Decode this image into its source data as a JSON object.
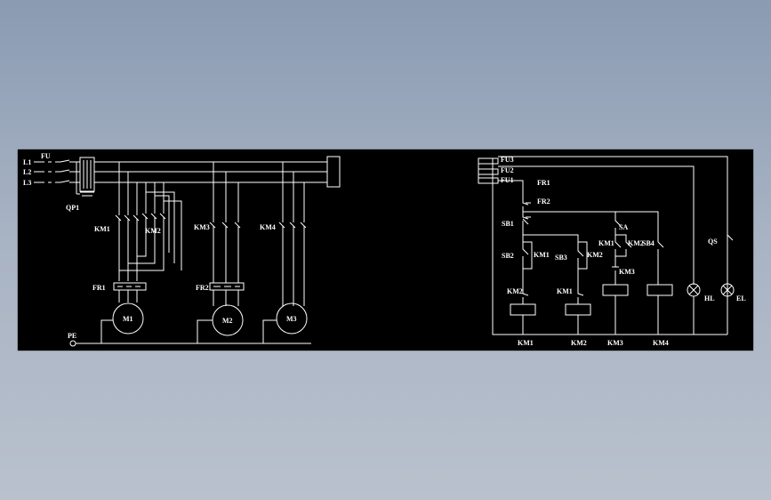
{
  "drawing": {
    "main_circuit": {
      "phases": [
        "L1",
        "L2",
        "L3"
      ],
      "fuse": "FU",
      "switch": "QP1",
      "ground": "PE",
      "contactors": [
        "KM1",
        "KM2",
        "KM3",
        "KM4"
      ],
      "overloads": [
        "FR1",
        "FR2"
      ],
      "motors": [
        "M1",
        "M2",
        "M3"
      ]
    },
    "control_circuit": {
      "fuses": [
        "FU3",
        "FU2",
        "FU1"
      ],
      "relays": [
        "FR1",
        "FR2"
      ],
      "buttons": [
        "SB1",
        "SB2",
        "SB3",
        "SA",
        "SB4"
      ],
      "contacts": {
        "sb2_hold": "KM1",
        "sb3_hold": "KM2",
        "sa_km1": "KM1",
        "sa_km2": "KM2",
        "km2_nc": "KM2",
        "km1_nc": "KM1",
        "km3_contact": "KM3"
      },
      "switch_qs": "QS",
      "lamps": [
        "HL",
        "EL"
      ],
      "coils": [
        "KM1",
        "KM2",
        "KM3",
        "KM4"
      ]
    }
  }
}
